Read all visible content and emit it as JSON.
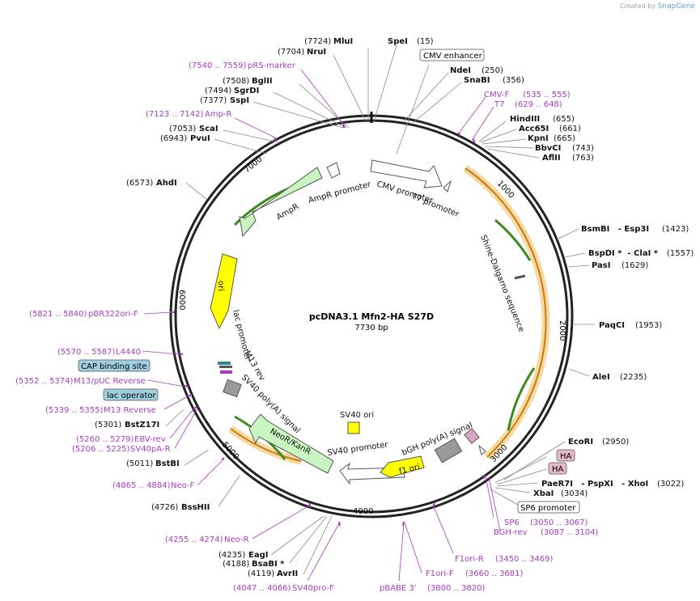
{
  "header": {
    "credit_prefix": "Created by",
    "credit_brand": "SnapGene"
  },
  "plasmid": {
    "name": "pcDNA3.1 Mfn2-HA S27D",
    "length": "7730 bp"
  },
  "ticks": [
    "1000",
    "2000",
    "3000",
    "4000",
    "5000",
    "6000",
    "7000"
  ],
  "sites_left": [
    {
      "pos": "(7724)",
      "name": "MluI"
    },
    {
      "pos": "(7704)",
      "name": "NruI"
    },
    {
      "pos": "(7508)",
      "name": "BglII"
    },
    {
      "pos": "(7494)",
      "name": "SgrDI"
    },
    {
      "pos": "(7377)",
      "name": "SspI"
    },
    {
      "pos": "(7053)",
      "name": "ScaI"
    },
    {
      "pos": "(6943)",
      "name": "PvuI"
    },
    {
      "pos": "(6573)",
      "name": "AhdI"
    },
    {
      "pos": "(5301)",
      "name": "BstZ17I"
    },
    {
      "pos": "(5011)",
      "name": "BstBI"
    },
    {
      "pos": "(4726)",
      "name": "BssHII"
    },
    {
      "pos": "(4235)",
      "name": "EagI"
    },
    {
      "pos": "(4188)",
      "name": "BsaBI *"
    },
    {
      "pos": "(4119)",
      "name": "AvrII"
    }
  ],
  "sites_right": [
    {
      "name": "SpeI",
      "pos": "(15)"
    },
    {
      "name": "NdeI",
      "pos": "(250)"
    },
    {
      "name": "SnaBI",
      "pos": "(356)"
    },
    {
      "name": "HindIII",
      "pos": "(655)"
    },
    {
      "name": "Acc65I",
      "pos": "(661)"
    },
    {
      "name": "KpnI",
      "pos": "(665)"
    },
    {
      "name": "BbvCI",
      "pos": "(743)"
    },
    {
      "name": "AflII",
      "pos": "(763)"
    },
    {
      "name": "BsmBI   - Esp3I",
      "pos": "(1423)"
    },
    {
      "name": "BspDI *  - ClaI *",
      "pos": "(1557)"
    },
    {
      "name": "PasI",
      "pos": "(1629)"
    },
    {
      "name": "PaqCI",
      "pos": "(1953)"
    },
    {
      "name": "AleI",
      "pos": "(2235)"
    },
    {
      "name": "EcoRI",
      "pos": "(2950)"
    },
    {
      "name": "PaeR7I   - PspXI   - XhoI",
      "pos": "(3022)"
    },
    {
      "name": "XbaI",
      "pos": "(3034)"
    }
  ],
  "primers": [
    {
      "range": "(7540 .. 7559)",
      "name": "pRS-marker"
    },
    {
      "range": "(7123 .. 7142)",
      "name": "Amp-R"
    },
    {
      "range": "(5821 .. 5840)",
      "name": "pBR322ori-F"
    },
    {
      "range": "(5570 .. 5587)",
      "name": "L4440"
    },
    {
      "range": "(5352 .. 5374)",
      "name": "M13/pUC Reverse"
    },
    {
      "range": "(5339 .. 5355)",
      "name": "M13 Reverse"
    },
    {
      "range": "(5260 .. 5279)",
      "name": "EBV-rev"
    },
    {
      "range": "(5206 .. 5225)",
      "name": "SV40pA-R"
    },
    {
      "range": "(4865 .. 4884)",
      "name": "Neo-F"
    },
    {
      "range": "(4255 .. 4274)",
      "name": "Neo-R"
    },
    {
      "range": "(4047 .. 4066)",
      "name": "SV40pro-F"
    },
    {
      "range": "(3800 .. 3820)",
      "name": "pBABE 3'"
    },
    {
      "range": "(3660 .. 3681)",
      "name": "F1ori-F"
    },
    {
      "range": "(3450 .. 3469)",
      "name": "F1ori-R"
    },
    {
      "range": "(3087 .. 3104)",
      "name": "BGH-rev"
    },
    {
      "range": "(3050 .. 3067)",
      "name": "SP6"
    },
    {
      "range": "(535 .. 555)",
      "name": "CMV-F"
    },
    {
      "range": "(629 .. 648)",
      "name": "T7"
    }
  ],
  "boxed": {
    "cmv_enhancer": "CMV enhancer",
    "cap_site": "CAP binding site",
    "lac_operator": "lac operator",
    "ha_1": "HA",
    "ha_2": "HA",
    "sp6_promoter": "SP6 promoter"
  },
  "features": {
    "cmv_promoter": "CMV promoter",
    "t7_promoter": "T7 promoter",
    "shine_dalgarno": "Shine-Dalgarno sequence",
    "bgh_polya": "bGH poly(A) signal",
    "f1_ori": "f1 ori",
    "sv40_promoter": "SV40 promoter",
    "sv40_ori": "SV40 ori",
    "neor_kanr": "NeoR/KanR",
    "sv40_polya": "SV40 poly(A) signal",
    "m13_rev": "M13 rev",
    "lac_promoter": "lac promoter",
    "ori": "ori",
    "ampr": "AmpR",
    "ampr_promoter": "AmpR promoter"
  },
  "colors": {
    "backbone": "#222222",
    "insert": "#e8a33d",
    "cds_green": "#3c8a1f",
    "ampr_fill": "#c8f5c0",
    "ori_fill": "#ffff00",
    "primer": "#a53dc2",
    "promoter_fill": "#ffffff",
    "polya_fill": "#9a9a9a",
    "cap_fill": "#9ecfe0"
  }
}
